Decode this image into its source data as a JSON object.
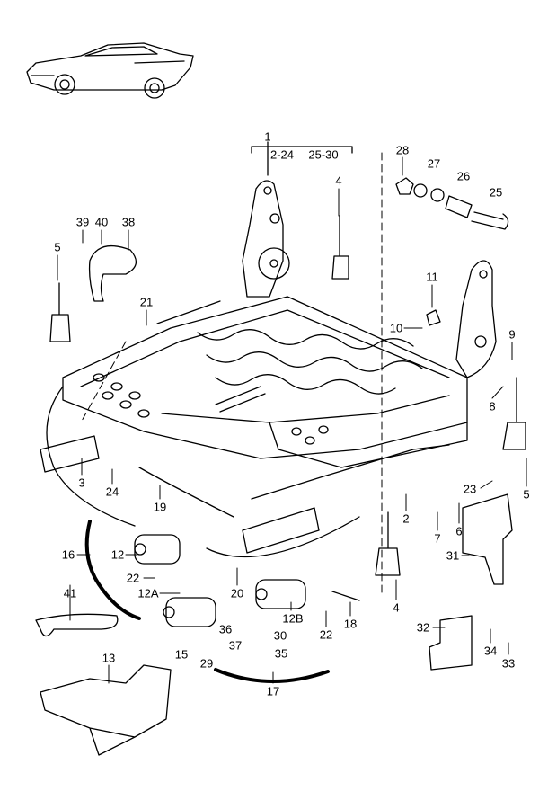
{
  "diagram": {
    "group_label": "1",
    "group_ranges": [
      "2-24",
      "25-30"
    ],
    "callouts": [
      "2",
      "3",
      "4",
      "4",
      "5",
      "5",
      "6",
      "7",
      "8",
      "9",
      "10",
      "11",
      "12",
      "12A",
      "12B",
      "13",
      "15",
      "16",
      "17",
      "18",
      "19",
      "20",
      "21",
      "22",
      "22",
      "23",
      "24",
      "25",
      "26",
      "27",
      "28",
      "29",
      "30",
      "31",
      "32",
      "33",
      "34",
      "35",
      "36",
      "37",
      "38",
      "39",
      "40",
      "41"
    ]
  },
  "colors": {
    "line": "#000000",
    "background": "#ffffff"
  }
}
